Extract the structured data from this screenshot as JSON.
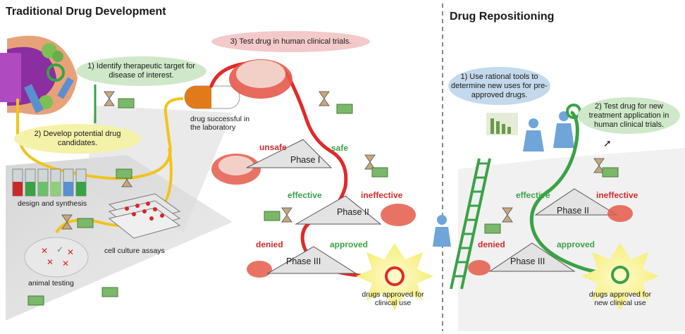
{
  "left_title": "Traditional Drug Development",
  "right_title": "Drug Repositioning",
  "left": {
    "step1": "1) Identify therapeutic target for disease of interest.",
    "step2": "2) Develop potential drug candidates.",
    "step3": "3) Test drug in human clinical trials.",
    "design": "design and synthesis",
    "cell": "cell culture assays",
    "animal": "animal testing",
    "lab_success": "drug successful in the laboratory",
    "unsafe": "unsafe",
    "safe": "safe",
    "phase1": "Phase I",
    "effective": "effective",
    "ineffective": "ineffective",
    "phase2": "Phase II",
    "denied": "denied",
    "approved": "approved",
    "phase3": "Phase III",
    "final": "drugs approved for clinical use"
  },
  "right": {
    "step1": "1) Use rational tools to determine new uses for pre-approved drugs.",
    "step2": "2) Test drug for new treatment application in human clinical trials.",
    "effective": "effective",
    "ineffective": "ineffective",
    "phase2": "Phase II",
    "denied": "denied",
    "approved": "approved",
    "phase3": "Phase III",
    "final": "drugs approved for new clinical use"
  },
  "colors": {
    "red_path": "#e02a2a",
    "green_path": "#3aa246",
    "yellow_path": "#f0c419",
    "bubble_green": "#cfe8c9",
    "bubble_blue": "#c4d9ec",
    "bubble_red": "#f4c9c9",
    "bubble_yellow": "#f4f2a8"
  }
}
